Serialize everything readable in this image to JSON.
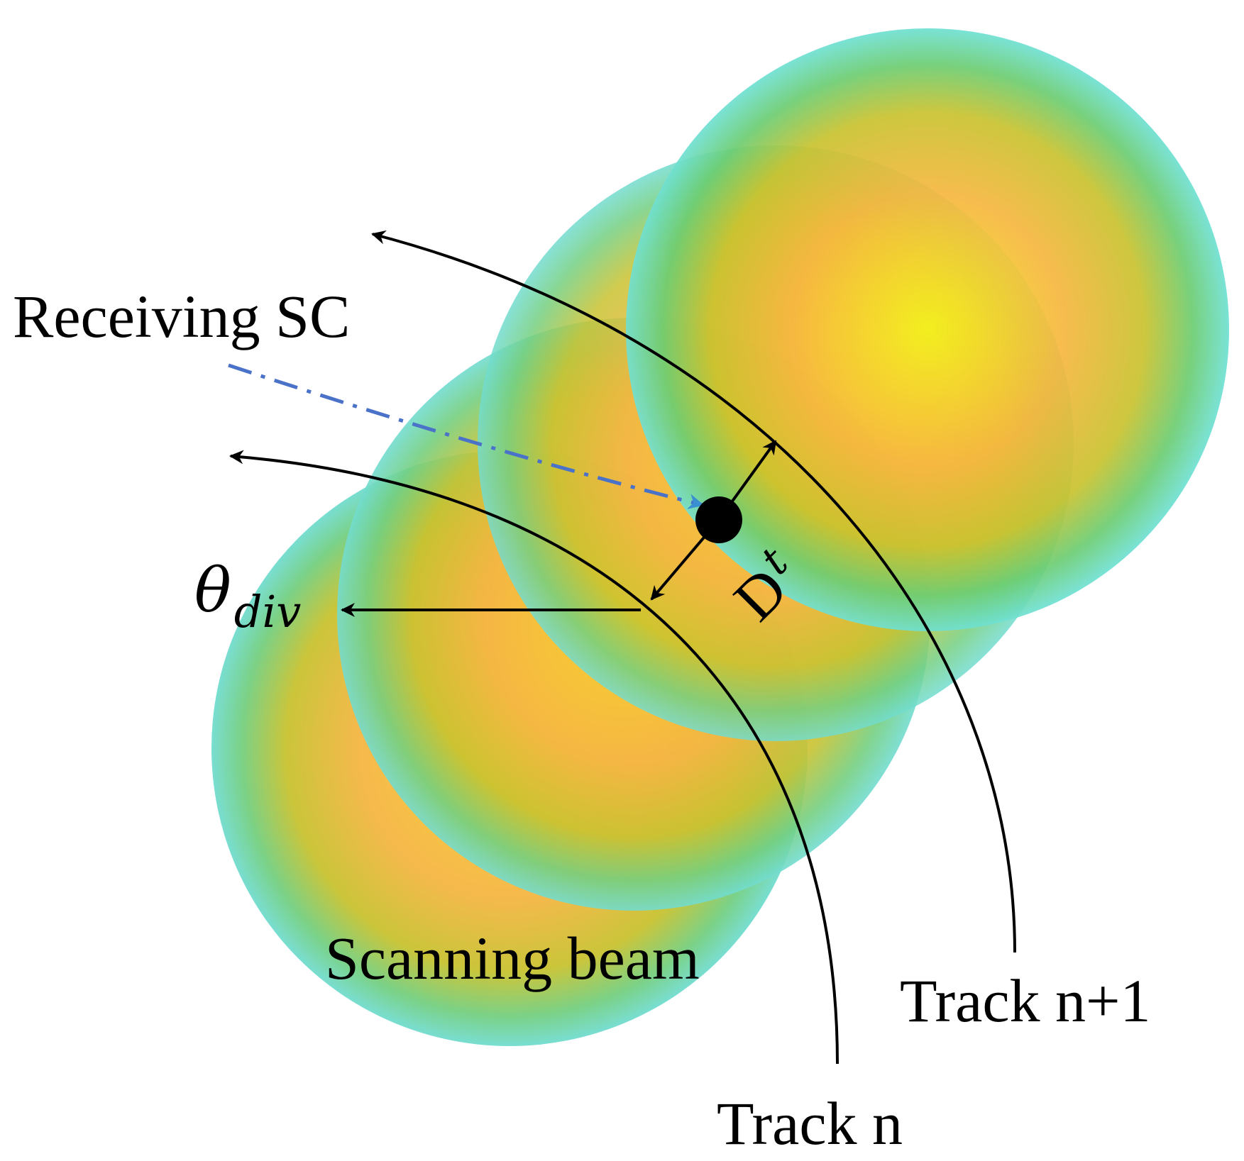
{
  "labels": {
    "receiving_sc": "Receiving SC",
    "theta": "θ",
    "theta_subscript": "div",
    "d_symbol": "D",
    "d_subscript": "t",
    "scanning_beam": "Scanning beam",
    "track_n_plus_1": "Track n+1",
    "track_n": "Track n"
  },
  "colors": {
    "beam_center": "#f4f21a",
    "beam_mid": "#f6b63e",
    "beam_edge": "#6fe0d2",
    "dashed_line": "#4a72c8",
    "lines": "#000000"
  }
}
